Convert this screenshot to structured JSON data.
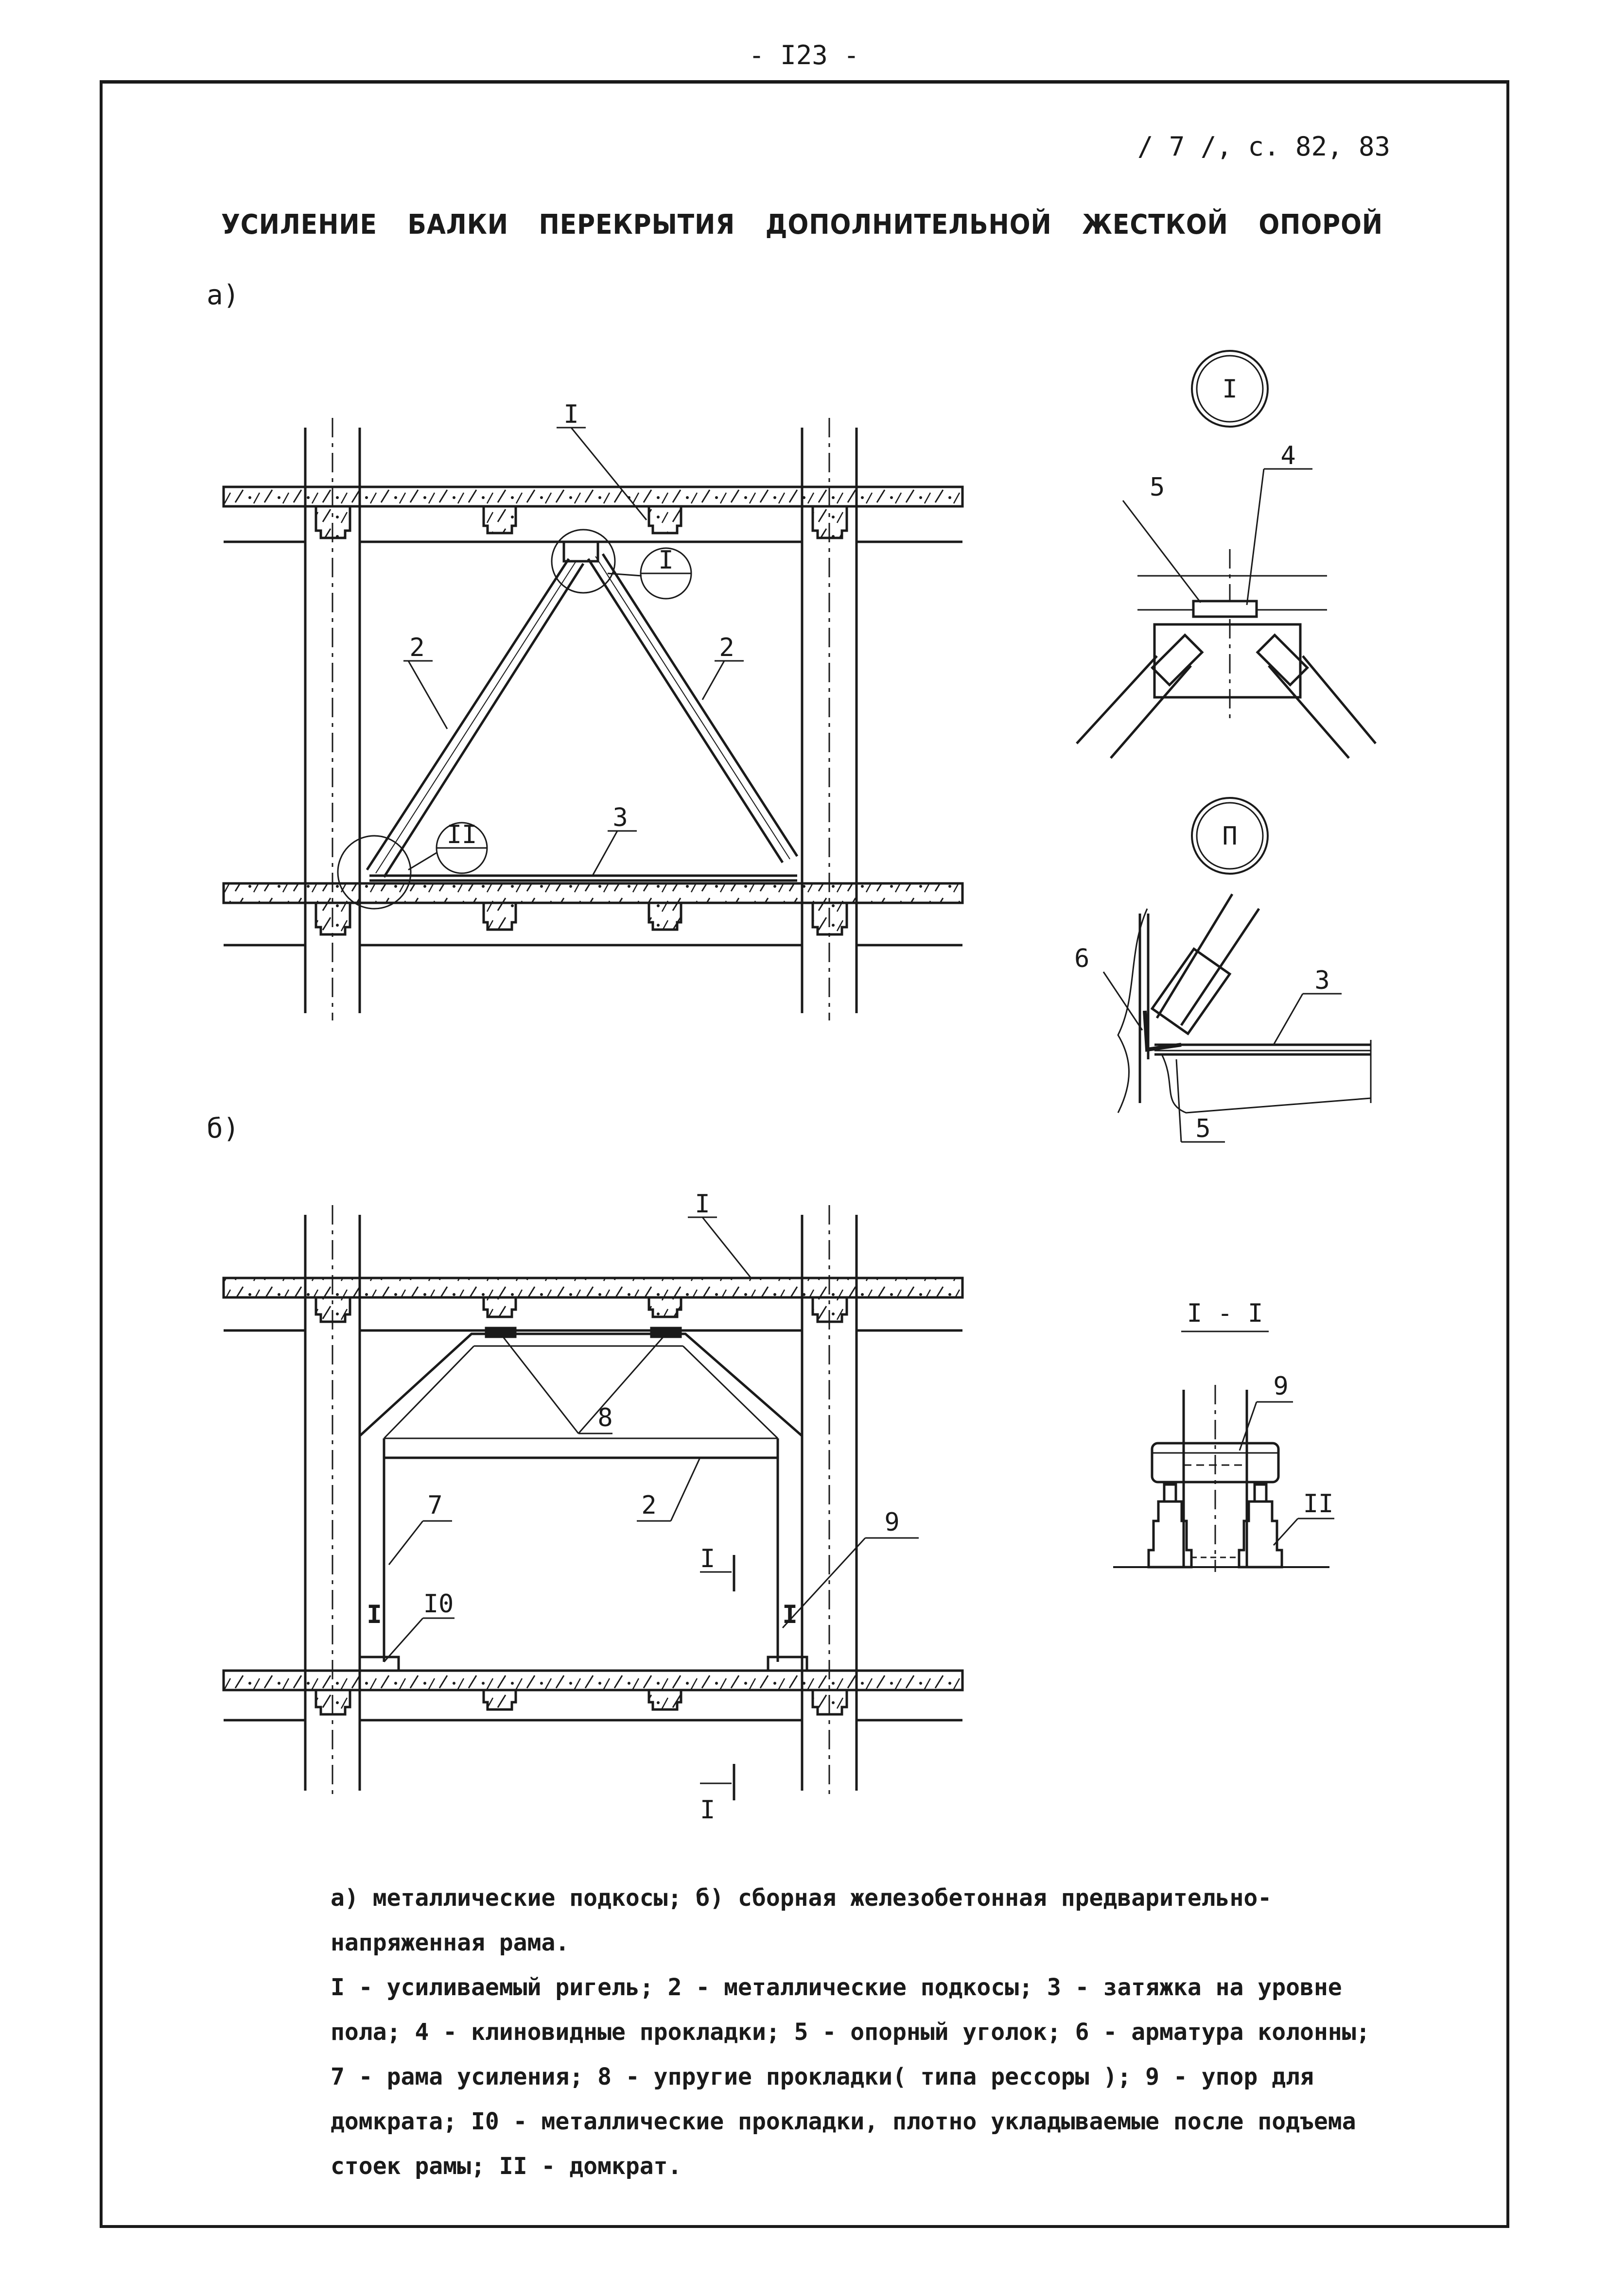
{
  "page": {
    "number": "- I23 -",
    "reference": "/ 7 /, с. 82, 83",
    "title": "УСИЛЕНИЕ БАЛКИ ПЕРЕКРЫТИЯ ДОПОЛНИТЕЛЬНОЙ ЖЕСТКОЙ ОПОРОЙ"
  },
  "figure_a": {
    "label": "а)",
    "callouts": {
      "beam": "I",
      "strut_left": "2",
      "strut_right": "2",
      "tie": "3",
      "node_top": "I",
      "node_bottom": "II"
    }
  },
  "detail_I": {
    "mark": "I",
    "callouts": {
      "wedges": "4",
      "angle": "5"
    }
  },
  "detail_II": {
    "mark": "П",
    "callouts": {
      "rebar": "6",
      "tie": "3",
      "angle": "5"
    }
  },
  "figure_b": {
    "label": "б)",
    "callouts": {
      "beam": "I",
      "pads": "8",
      "frame_top": "2",
      "frame": "7",
      "jack_stop": "9",
      "metal_pads": "I0",
      "post_mark_left": "I",
      "post_mark_right": "I",
      "section_top": "I",
      "section_bottom": "I"
    }
  },
  "section_I_I": {
    "title": "I - I",
    "callouts": {
      "stop": "9",
      "jack": "II"
    }
  },
  "caption": {
    "line1": "а) металлические подкосы; б) сборная железобетонная предварительно-",
    "line2": "напряженная рама.",
    "line3": "I - усиливаемый ригель; 2 - металлические подкосы; 3 - затяжка на уровне",
    "line4": "пола; 4 - клиновидные прокладки; 5 - опорный уголок; 6 - арматура колонны;",
    "line5": "7 - рама усиления; 8 - упругие прокладки( типа рессоры ); 9 - упор для",
    "line6": "домкрата; I0 - металлические прокладки, плотно укладываемые после подъема",
    "line7": "стоек рамы; II - домкрат."
  }
}
